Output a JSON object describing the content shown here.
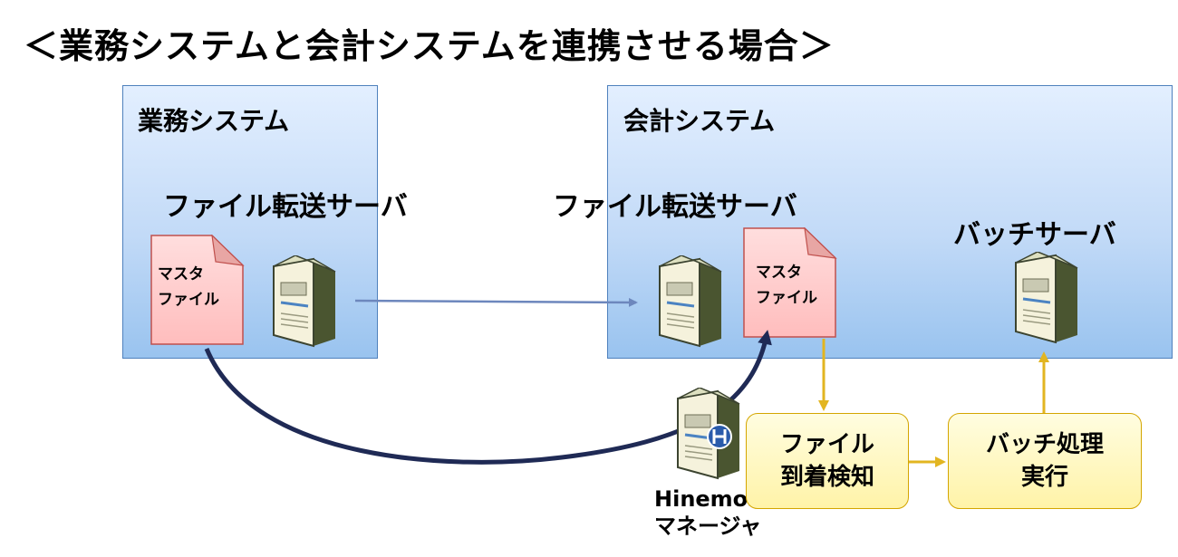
{
  "title": "＜業務システムと会計システムを連携させる場合＞",
  "gyomu_system": {
    "label": "業務システム",
    "server_label": "ファイル転送サーバ",
    "file_line1": "マスタ",
    "file_line2": "ファイル"
  },
  "kaikei_system": {
    "label": "会計システム",
    "server_label": "ファイル転送サーバ",
    "file_line1": "マスタ",
    "file_line2": "ファイル",
    "batch_server_label": "バッチサーバ"
  },
  "manager": {
    "line1": "Hinemos",
    "line2": "マネージャ"
  },
  "processes": {
    "detect_line1": "ファイル",
    "detect_line2": "到着検知",
    "batch_line1": "バッチ処理",
    "batch_line2": "実行"
  },
  "colors": {
    "system_border": "#4f81bd",
    "file_fill": "#ffc9c9",
    "file_border": "#c0504d",
    "transfer_arrow": "#6d87bd",
    "curve_arrow": "#1f2a55",
    "flow_arrow": "#e2b521",
    "process_border": "#d4a500"
  }
}
